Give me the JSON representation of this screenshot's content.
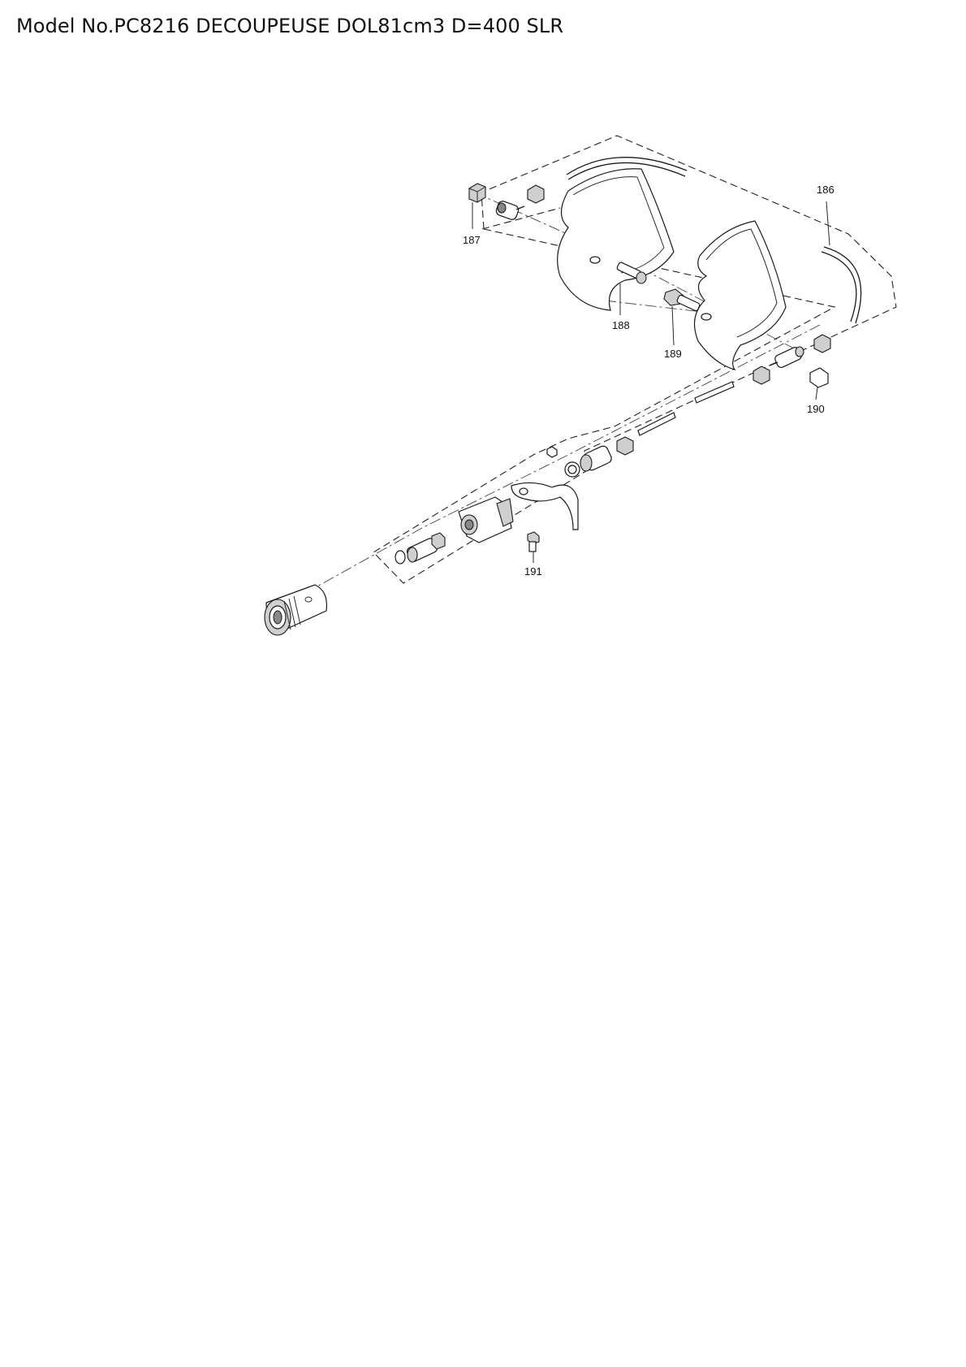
{
  "header": {
    "title": "Model No.PC8216 DECOUPEUSE DOL81cm3 D=400 SLR"
  },
  "diagram": {
    "callouts": {
      "c186": "186",
      "c187": "187",
      "c188": "188",
      "c189": "189",
      "c190": "190",
      "c191": "191"
    }
  }
}
